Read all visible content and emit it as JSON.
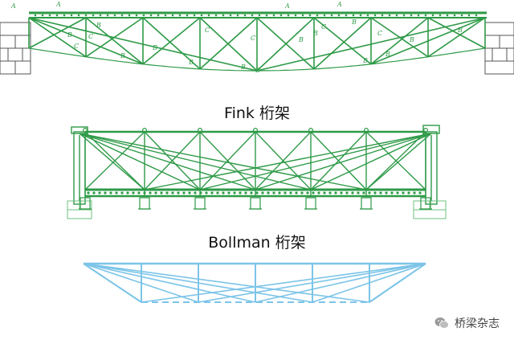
{
  "captions": {
    "fink": "Fink 桁架",
    "bollman": "Bollman 桁架"
  },
  "watermark": {
    "text": "桥梁杂志",
    "icon": "wechat-icon"
  },
  "top_truss_labels": [
    "A",
    "A",
    "B",
    "B",
    "C",
    "C",
    "B",
    "B",
    "C",
    "B",
    "B",
    "B",
    "A",
    "A",
    "C",
    "B",
    "B",
    "B",
    "B",
    "C",
    "C",
    "B",
    "B",
    "B"
  ],
  "colors": {
    "green_truss": "#2e9a47",
    "green_light": "#6cc07f",
    "blue_truss": "#7cc4e8",
    "masonry": "#555555"
  }
}
